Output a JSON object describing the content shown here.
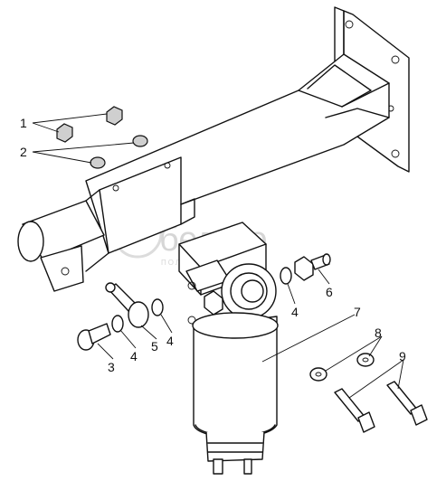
{
  "watermark": {
    "brand": "белгро",
    "subtitle": "ПОЛИГРАФИЧЕСКИЙ"
  },
  "callouts": [
    {
      "id": "1",
      "label": "1"
    },
    {
      "id": "2",
      "label": "2"
    },
    {
      "id": "3",
      "label": "3"
    },
    {
      "id": "4a",
      "label": "4"
    },
    {
      "id": "5",
      "label": "5"
    },
    {
      "id": "4b",
      "label": "4"
    },
    {
      "id": "4c",
      "label": "4"
    },
    {
      "id": "6",
      "label": "6"
    },
    {
      "id": "7",
      "label": "7"
    },
    {
      "id": "8",
      "label": "8"
    },
    {
      "id": "9",
      "label": "9"
    }
  ]
}
